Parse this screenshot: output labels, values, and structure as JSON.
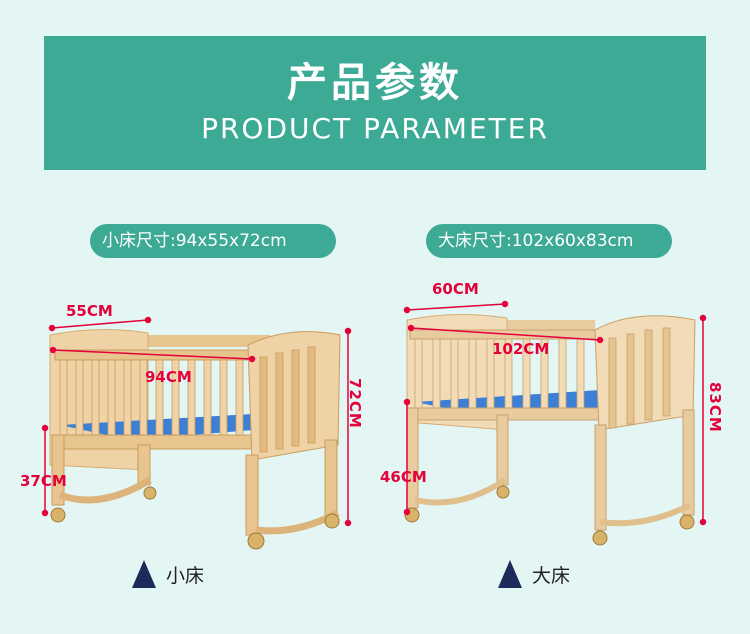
{
  "banner": {
    "title": "产品参数",
    "subtitle": "PRODUCT PARAMETER"
  },
  "small_bed": {
    "size_label": "小床尺寸:94x55x72cm",
    "width_dim": "55CM",
    "length_dim": "94CM",
    "height_dim": "72CM",
    "leg_dim": "37CM",
    "caption": "小床"
  },
  "large_bed": {
    "size_label": "大床尺寸:102x60x83cm",
    "width_dim": "60CM",
    "length_dim": "102CM",
    "height_dim": "83CM",
    "leg_dim": "46CM",
    "caption": "大床"
  },
  "colors": {
    "accent": "#3daa96",
    "background": "#e3f6f3",
    "dimension": "#e4003a",
    "wood": "#edcc9a",
    "mattress": "#3b7fd6",
    "arrow": "#1d2b5a"
  },
  "icons": [
    "arrow-up-icon"
  ]
}
